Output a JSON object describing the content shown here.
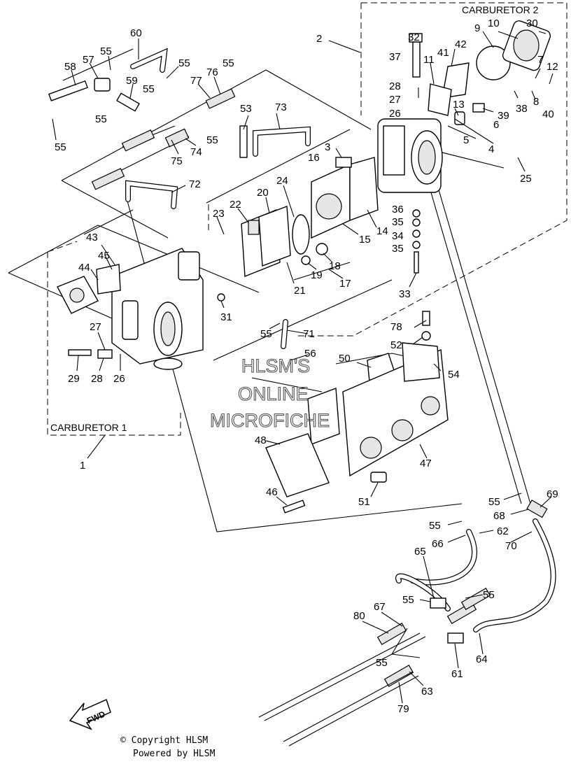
{
  "diagram": {
    "section_labels": {
      "carb1": "CARBURETOR 1",
      "carb2": "CARBURETOR 2"
    },
    "watermark": [
      "HLSM'S",
      "ONLINE",
      "MICROFICHE"
    ],
    "copyright": "© Copyright HLSM",
    "powered_by": "Powered by HLSM",
    "fwd_label": "FWD",
    "callouts": [
      {
        "id": "c60",
        "text": "60"
      },
      {
        "id": "c55a",
        "text": "55"
      },
      {
        "id": "c57",
        "text": "57"
      },
      {
        "id": "c58",
        "text": "58"
      },
      {
        "id": "c55b",
        "text": "55"
      },
      {
        "id": "c59",
        "text": "59"
      },
      {
        "id": "c55c",
        "text": "55"
      },
      {
        "id": "c55d",
        "text": "55"
      },
      {
        "id": "c55e",
        "text": "55"
      },
      {
        "id": "c77",
        "text": "77"
      },
      {
        "id": "c76",
        "text": "76"
      },
      {
        "id": "c55f",
        "text": "55"
      },
      {
        "id": "c53",
        "text": "53"
      },
      {
        "id": "c73",
        "text": "73"
      },
      {
        "id": "c75",
        "text": "75"
      },
      {
        "id": "c74",
        "text": "74"
      },
      {
        "id": "c55g",
        "text": "55"
      },
      {
        "id": "c72",
        "text": "72"
      },
      {
        "id": "c2",
        "text": "2"
      },
      {
        "id": "c32",
        "text": "32"
      },
      {
        "id": "c37",
        "text": "37"
      },
      {
        "id": "c41",
        "text": "41"
      },
      {
        "id": "c42",
        "text": "42"
      },
      {
        "id": "c9",
        "text": "9"
      },
      {
        "id": "c10",
        "text": "10"
      },
      {
        "id": "c30",
        "text": "30"
      },
      {
        "id": "c11",
        "text": "11"
      },
      {
        "id": "c7",
        "text": "7"
      },
      {
        "id": "c12",
        "text": "12"
      },
      {
        "id": "c28b",
        "text": "28"
      },
      {
        "id": "c27b",
        "text": "27"
      },
      {
        "id": "c26b",
        "text": "26"
      },
      {
        "id": "c13",
        "text": "13"
      },
      {
        "id": "c39",
        "text": "39"
      },
      {
        "id": "c38",
        "text": "38"
      },
      {
        "id": "c8",
        "text": "8"
      },
      {
        "id": "c40",
        "text": "40"
      },
      {
        "id": "c6",
        "text": "6"
      },
      {
        "id": "c5",
        "text": "5"
      },
      {
        "id": "c4",
        "text": "4"
      },
      {
        "id": "c3",
        "text": "3"
      },
      {
        "id": "c16",
        "text": "16"
      },
      {
        "id": "c25",
        "text": "25"
      },
      {
        "id": "c24",
        "text": "24"
      },
      {
        "id": "c20",
        "text": "20"
      },
      {
        "id": "c22",
        "text": "22"
      },
      {
        "id": "c23",
        "text": "23"
      },
      {
        "id": "c14",
        "text": "14"
      },
      {
        "id": "c15",
        "text": "15"
      },
      {
        "id": "c36",
        "text": "36"
      },
      {
        "id": "c35a",
        "text": "35"
      },
      {
        "id": "c34",
        "text": "34"
      },
      {
        "id": "c35b",
        "text": "35"
      },
      {
        "id": "c18",
        "text": "18"
      },
      {
        "id": "c19",
        "text": "19"
      },
      {
        "id": "c21",
        "text": "21"
      },
      {
        "id": "c17",
        "text": "17"
      },
      {
        "id": "c33",
        "text": "33"
      },
      {
        "id": "c43",
        "text": "43"
      },
      {
        "id": "c45",
        "text": "45"
      },
      {
        "id": "c44",
        "text": "44"
      },
      {
        "id": "c31",
        "text": "31"
      },
      {
        "id": "c27a",
        "text": "27"
      },
      {
        "id": "c29",
        "text": "29"
      },
      {
        "id": "c28a",
        "text": "28"
      },
      {
        "id": "c26a",
        "text": "26"
      },
      {
        "id": "c55h",
        "text": "55"
      },
      {
        "id": "c71",
        "text": "71"
      },
      {
        "id": "c56",
        "text": "56"
      },
      {
        "id": "c78",
        "text": "78"
      },
      {
        "id": "c52",
        "text": "52"
      },
      {
        "id": "c50",
        "text": "50"
      },
      {
        "id": "c54",
        "text": "54"
      },
      {
        "id": "c1",
        "text": "1"
      },
      {
        "id": "c48",
        "text": "48"
      },
      {
        "id": "c47",
        "text": "47"
      },
      {
        "id": "c46",
        "text": "46"
      },
      {
        "id": "c51",
        "text": "51"
      },
      {
        "id": "c55i",
        "text": "55"
      },
      {
        "id": "c69",
        "text": "69"
      },
      {
        "id": "c68",
        "text": "68"
      },
      {
        "id": "c55j",
        "text": "55"
      },
      {
        "id": "c62",
        "text": "62"
      },
      {
        "id": "c66",
        "text": "66"
      },
      {
        "id": "c70",
        "text": "70"
      },
      {
        "id": "c65",
        "text": "65"
      },
      {
        "id": "c55k",
        "text": "55"
      },
      {
        "id": "c55l",
        "text": "55"
      },
      {
        "id": "c80",
        "text": "80"
      },
      {
        "id": "c67",
        "text": "67"
      },
      {
        "id": "c64",
        "text": "64"
      },
      {
        "id": "c55m",
        "text": "55"
      },
      {
        "id": "c61",
        "text": "61"
      },
      {
        "id": "c63",
        "text": "63"
      },
      {
        "id": "c79",
        "text": "79"
      }
    ]
  }
}
